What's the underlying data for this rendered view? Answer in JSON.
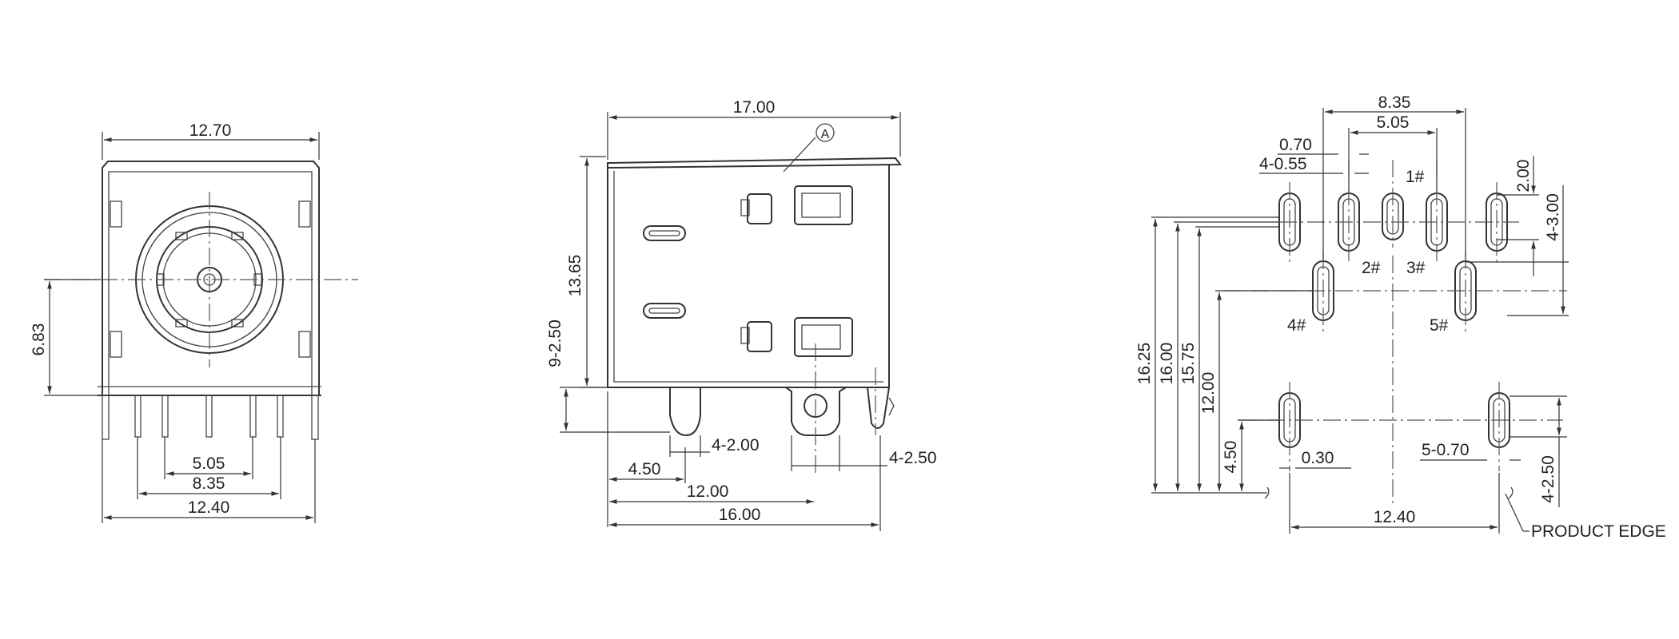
{
  "front_view": {
    "width_top": "12.70",
    "height_center": "6.83",
    "pin_spacing_inner": "5.05",
    "pin_spacing_outer": "8.35",
    "width_bottom": "12.40"
  },
  "side_view": {
    "length_top": "17.00",
    "height": "13.65",
    "callout": "A",
    "shield_tab_size": "9-2.50",
    "tab_width_a": "4-2.00",
    "tab_width_b": "4-2.50",
    "offset_a": "4.50",
    "offset_b": "12.00",
    "length_bottom": "16.00"
  },
  "footprint": {
    "pitch_outer": "8.35",
    "pitch_inner": "5.05",
    "slot_width": "0.70",
    "slot_drill": "4-0.55",
    "pin_labels": [
      "1#",
      "2#",
      "3#",
      "4#",
      "5#"
    ],
    "row_height": "2.00",
    "pin_slot_length": "4-3.00",
    "dim_16_25": "16.25",
    "dim_16_00": "16.00",
    "dim_15_75": "15.75",
    "dim_12_00": "12.00",
    "dim_4_50": "4.50",
    "gap": "0.30",
    "post_width": "5-0.70",
    "post_length": "4-2.50",
    "span": "12.40",
    "edge_label": "PRODUCT EDGE"
  }
}
